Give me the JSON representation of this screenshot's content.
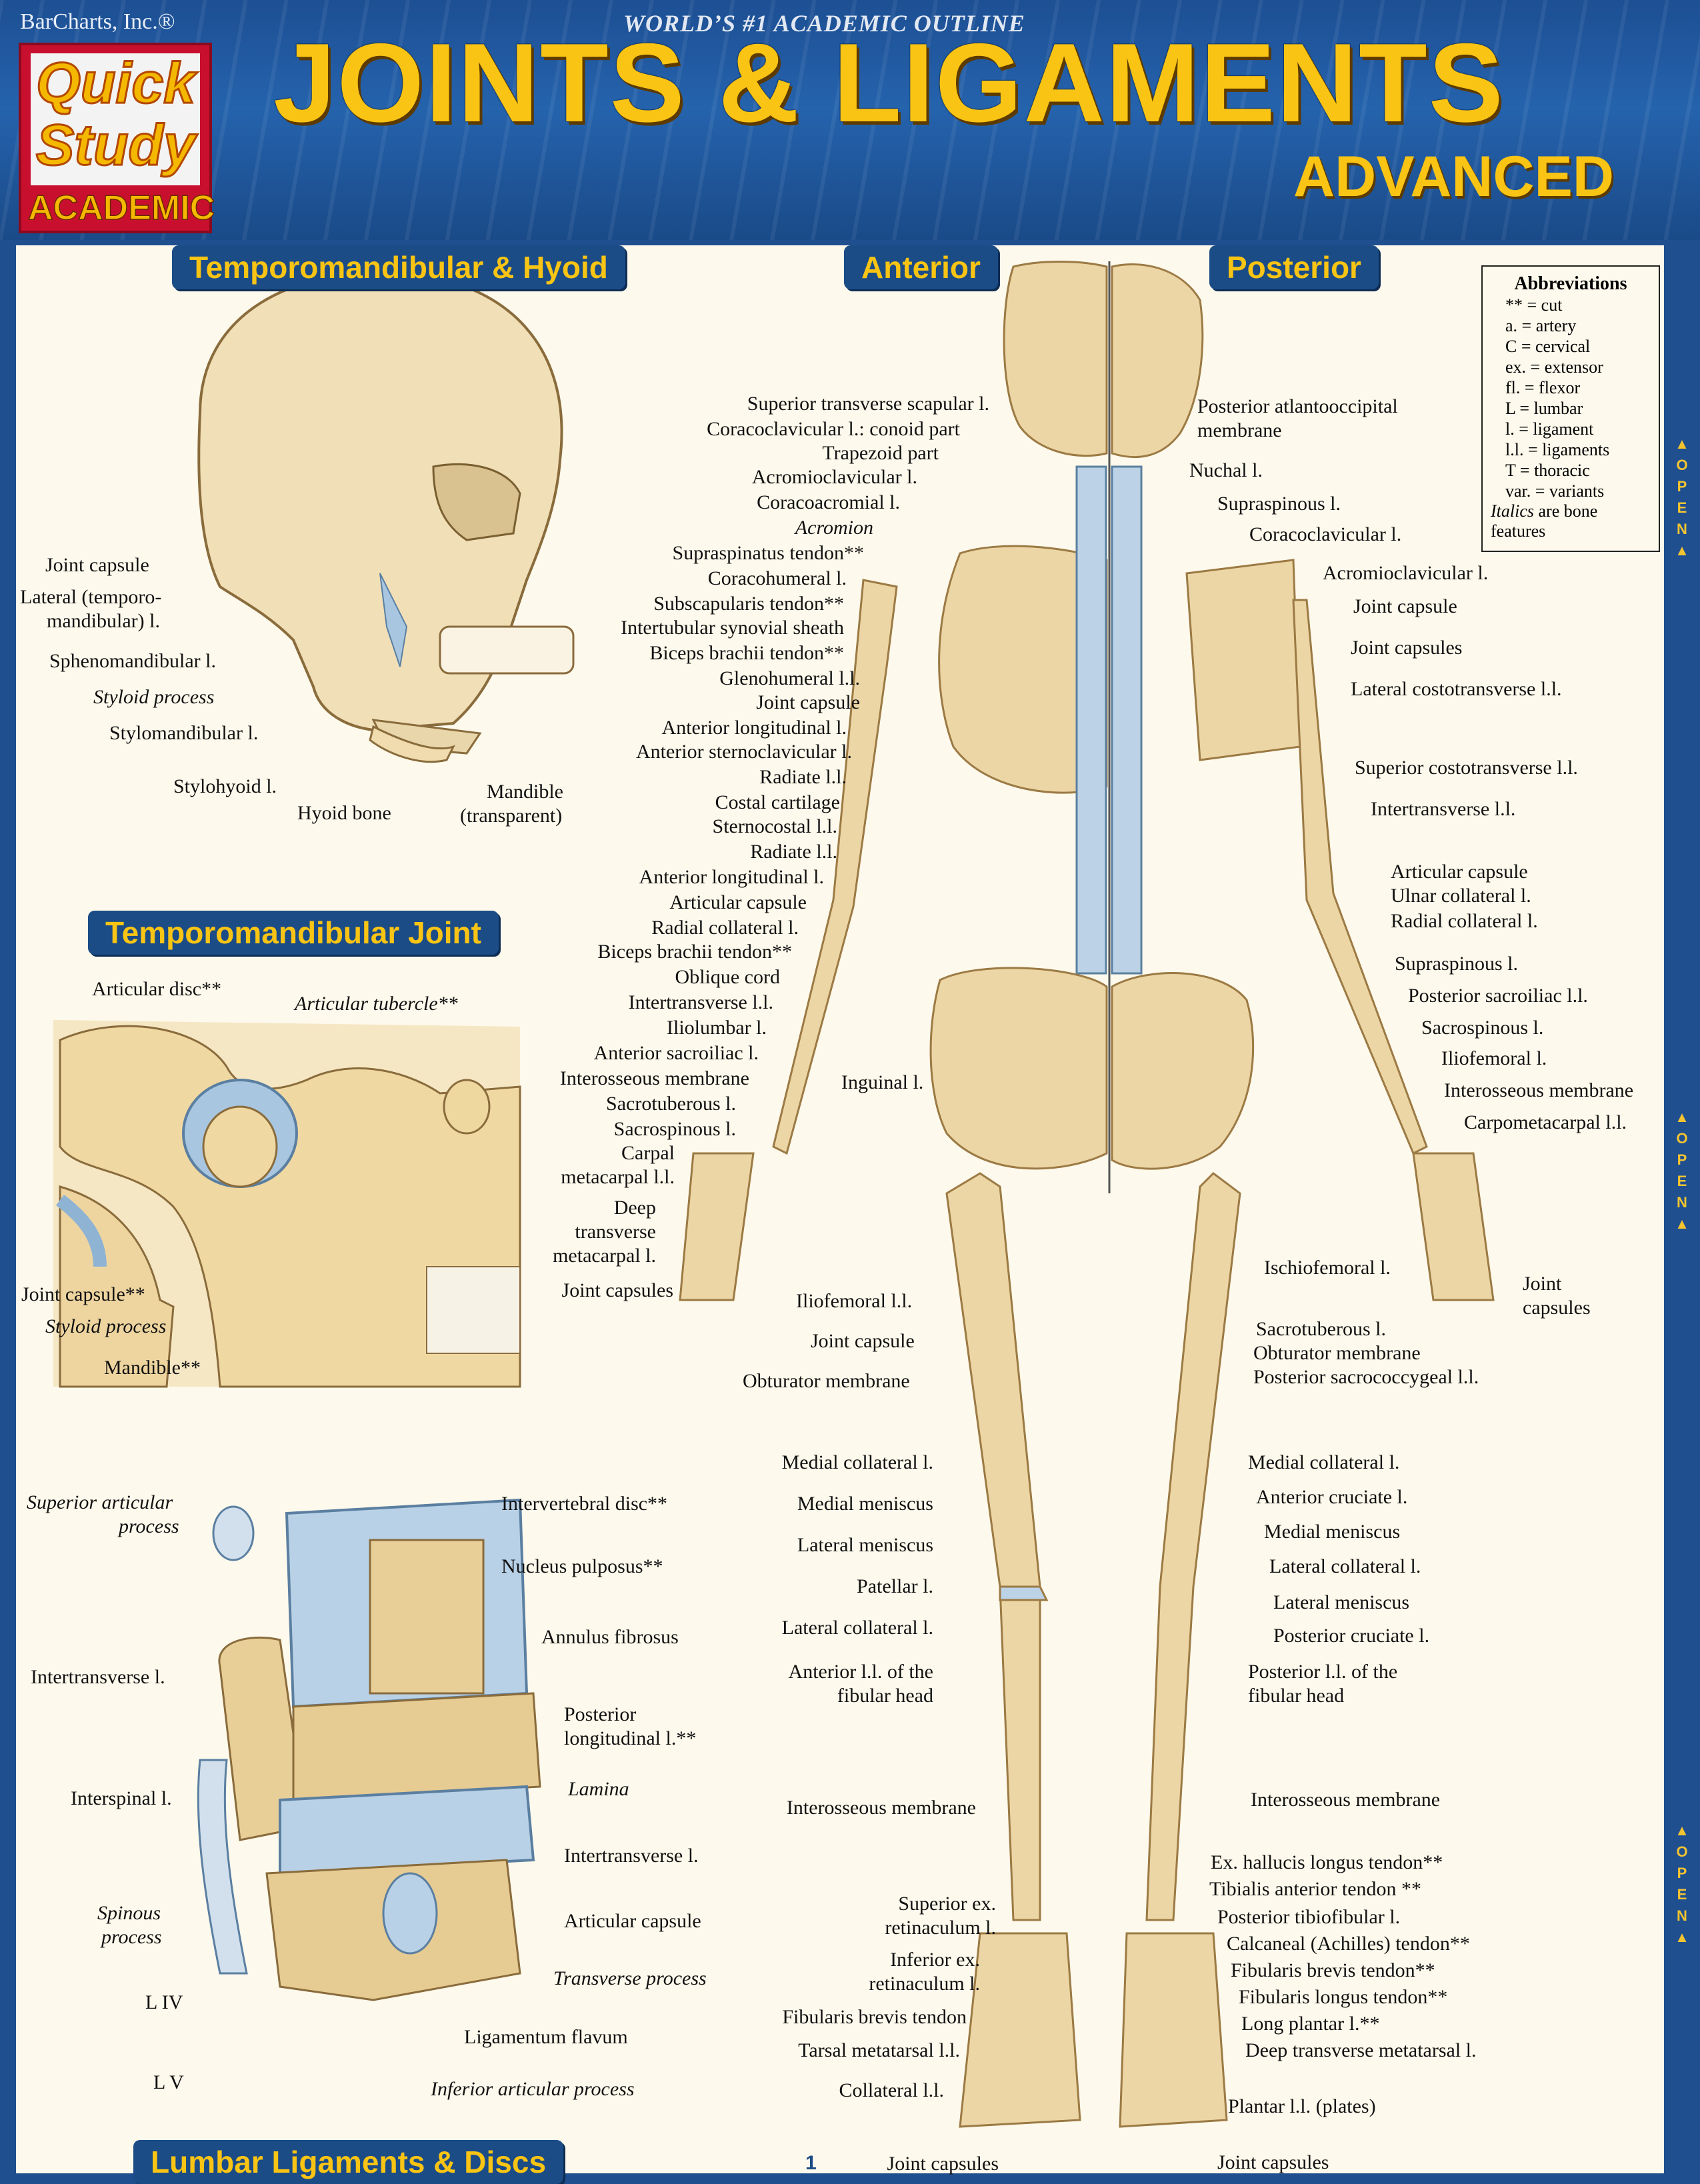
{
  "header": {
    "publisher": "BarCharts, Inc.®",
    "tagline": "WORLD’S #1 ACADEMIC OUTLINE",
    "logo_line1": "Quick",
    "logo_line2": "Study",
    "logo_reg": "®",
    "logo_line3": "ACADEMIC",
    "title": "JOINTS & LIGAMENTS",
    "subtitle": "ADVANCED"
  },
  "sections": {
    "tmj_hyoid": "Temporomandibular & Hyoid",
    "anterior": "Anterior",
    "posterior": "Posterior",
    "tmj": "Temporomandibular Joint",
    "lumbar": "Lumbar Ligaments & Discs"
  },
  "abbreviations": {
    "title": "Abbreviations",
    "rows": [
      "** = cut",
      "a. = artery",
      "C = cervical",
      "ex. = extensor",
      "fl. = flexor",
      "L = lumbar",
      "l. = ligament",
      "l.l. = ligaments",
      "T = thoracic",
      "var. = variants"
    ],
    "note_italic": "Italics",
    "note_rest": " are bone features"
  },
  "open_tab": "OPEN",
  "skull_labels": [
    "Joint capsule",
    "Lateral (temporo-",
    "mandibular) l.",
    "Sphenomandibular l.",
    "Styloid process",
    "Stylomandibular l.",
    "Stylohyoid l.",
    "Hyoid bone",
    "Mandible",
    "(transparent)"
  ],
  "tmj_labels": [
    "Articular disc**",
    "Articular tubercle**",
    "Joint capsule**",
    "Styloid process",
    "Mandible**"
  ],
  "lumbar_labels": {
    "left": [
      "Superior articular",
      "process",
      "Intertransverse l.",
      "Interspinal l.",
      "Spinous",
      "process",
      "L IV",
      "L V"
    ],
    "right": [
      "Intervertebral disc**",
      "Nucleus pulposus**",
      "Annulus fibrosus",
      "Posterior",
      "longitudinal l.**",
      "Lamina",
      "Intertransverse l.",
      "Articular capsule",
      "Transverse process",
      "Ligamentum flavum",
      "Inferior articular process"
    ]
  },
  "anterior_labels": [
    "Superior transverse scapular l.",
    "Coracoclavicular l.: conoid part",
    "Trapezoid part",
    "Acromioclavicular l.",
    "Coracoacromial l.",
    "Acromion",
    "Supraspinatus tendon**",
    "Coracohumeral l.",
    "Subscapularis tendon**",
    "Intertubular synovial sheath",
    "Biceps brachii tendon**",
    "Glenohumeral l.l.",
    "Joint capsule",
    "Anterior longitudinal l.",
    "Anterior sternoclavicular l.",
    "Radiate l.l.",
    "Costal cartilage",
    "Sternocostal l.l.",
    "Radiate l.l.",
    "Anterior longitudinal l.",
    "Articular capsule",
    "Radial collateral l.",
    "Biceps brachii tendon**",
    "Oblique cord",
    "Intertransverse l.l.",
    "Iliolumbar l.",
    "Anterior sacroiliac l.",
    "Interosseous membrane",
    "Sacrotuberous l.",
    "Sacrospinous l.",
    "Carpal",
    "metacarpal l.l.",
    "Deep",
    "transverse",
    "metacarpal l.",
    "Joint capsules"
  ],
  "anterior_center_labels": [
    "Inguinal l.",
    "Iliofemoral l.l.",
    "Joint capsule",
    "Obturator membrane"
  ],
  "anterior_leg_labels": [
    "Medial collateral l.",
    "Medial meniscus",
    "Lateral meniscus",
    "Patellar l.",
    "Lateral collateral l.",
    "Anterior l.l. of the",
    "fibular head",
    "Interosseous membrane",
    "Superior ex.",
    "retinaculum l.",
    "Inferior ex.",
    "retinaculum l.",
    "Fibularis brevis tendon",
    "Tarsal metatarsal l.l.",
    "Collateral l.l.",
    "Joint capsules"
  ],
  "posterior_labels": [
    "Posterior atlantooccipital",
    "membrane",
    "Nuchal l.",
    "Supraspinous l.",
    "Coracoclavicular l.",
    "Acromioclavicular l.",
    "Joint capsule",
    "Joint capsules",
    "Lateral costotransverse l.l.",
    "Superior costotransverse l.l.",
    "Intertransverse l.l.",
    "Articular capsule",
    "Ulnar collateral l.",
    "Radial collateral l.",
    "Supraspinous l.",
    "Posterior sacroiliac l.l.",
    "Sacrospinous l.",
    "Iliofemoral l.",
    "Interosseous membrane",
    "Carpometacarpal l.l.",
    "Ischiofemoral l.",
    "Joint",
    "capsules",
    "Sacrotuberous l.",
    "Obturator membrane",
    "Posterior sacrococcygeal l.l."
  ],
  "posterior_leg_labels": [
    "Medial collateral l.",
    "Anterior cruciate l.",
    "Medial meniscus",
    "Lateral collateral l.",
    "Lateral meniscus",
    "Posterior cruciate l.",
    "Posterior l.l. of the",
    "fibular head",
    "Interosseous membrane",
    "Ex. hallucis longus tendon**",
    "Tibialis anterior tendon **",
    "Posterior tibiofibular l.",
    "Calcaneal (Achilles) tendon**",
    "Fibularis brevis tendon**",
    "Fibularis longus tendon**",
    "Long plantar l.**",
    "Deep transverse metatarsal l.",
    "Plantar l.l. (plates)",
    "Joint capsules"
  ],
  "page_number": "1"
}
